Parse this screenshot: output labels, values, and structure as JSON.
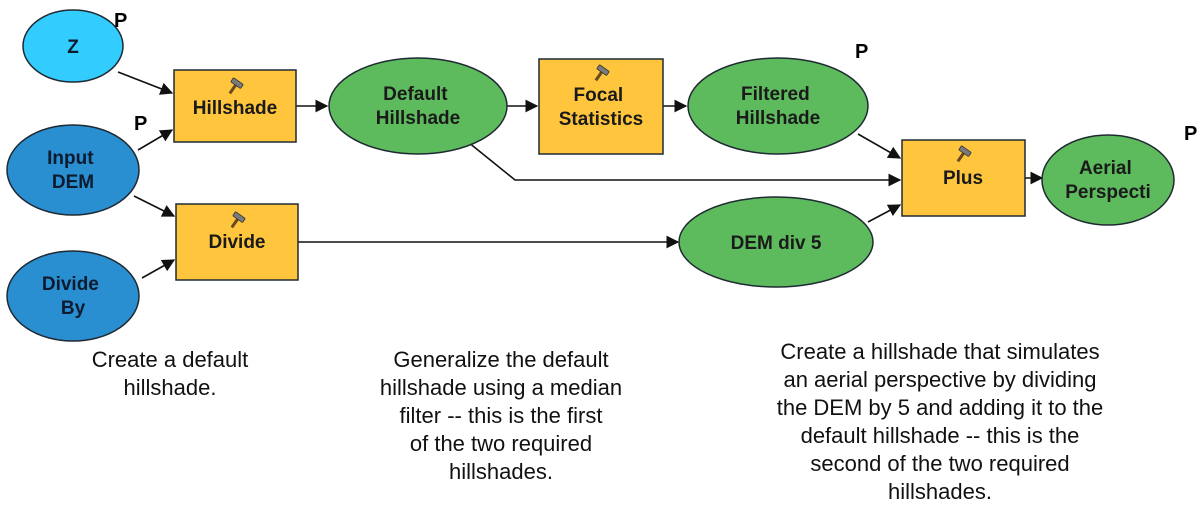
{
  "colors": {
    "input_variable_fill": "#2a8fd0",
    "parameter_variable_fill": "#33ccff",
    "tool_fill": "#ffc53d",
    "derived_data_fill": "#5dbb5d",
    "outline": "#1f2a33",
    "connector": "#111111"
  },
  "param_marker": "P",
  "nodes": {
    "z": "Z",
    "input_dem": [
      "Input",
      "DEM"
    ],
    "divide_by": [
      "Divide",
      "By"
    ],
    "hillshade": "Hillshade",
    "divide": "Divide",
    "default_hillshade": [
      "Default",
      "Hillshade"
    ],
    "focal_statistics": [
      "Focal",
      "Statistics"
    ],
    "filtered_hillshade": [
      "Filtered",
      "Hillshade"
    ],
    "dem_div_5": "DEM div 5",
    "plus": "Plus",
    "aerial_perspective": [
      "Aerial",
      "Perspecti"
    ]
  },
  "tool_icon": "hammer-icon",
  "notes": {
    "note1": [
      "Create a default",
      "hillshade."
    ],
    "note2": [
      "Generalize the default",
      "hillshade using a median",
      "filter --  this is the first",
      "of the two required",
      "hillshades."
    ],
    "note3": [
      "Create a hillshade that simulates",
      "an aerial perspective by dividing",
      "the DEM by 5 and adding it to the",
      "default hillshade -- this is the",
      "second of the two required",
      "hillshades."
    ]
  }
}
